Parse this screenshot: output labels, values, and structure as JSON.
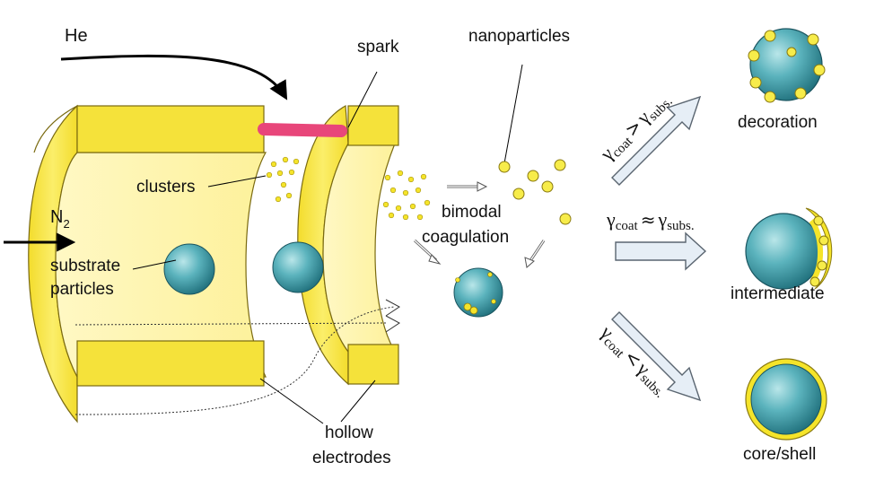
{
  "labels": {
    "he": "He",
    "n2": "N",
    "n2_sub": "2",
    "spark": "spark",
    "clusters": "clusters",
    "substrate_line1": "substrate",
    "substrate_line2": "particles",
    "nanoparticles": "nanoparticles",
    "bimodal_line1": "bimodal",
    "bimodal_line2": "coagulation",
    "hollow_line1": "hollow",
    "hollow_line2": "electrodes",
    "decoration": "decoration",
    "intermediate": "intermediate",
    "core_shell": "core/shell"
  },
  "conditions": {
    "gamma": "γ",
    "coat": "coat",
    "subs": "subs.",
    "greater": ">",
    "approx": "≈",
    "less": "<"
  },
  "colors": {
    "electrode_fill": "#f7e64a",
    "electrode_inner": "#fdf6b0",
    "electrode_stroke": "#7a6a10",
    "spark": "#e8467a",
    "cluster_dot": "#f5e42a",
    "particle_core": "#2f8f9c",
    "particle_light": "#9fd8dd",
    "arrow_fill": "#e6eef6",
    "arrow_stroke": "#5a6570"
  }
}
